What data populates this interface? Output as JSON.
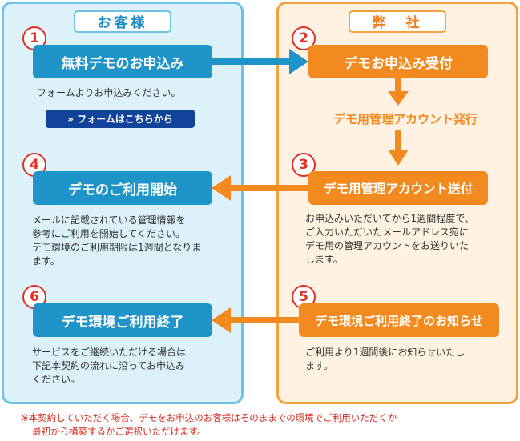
{
  "customer": {
    "header": "お客様",
    "step1": {
      "num": "1",
      "title": "無料デモのお申込み",
      "desc": "フォームよりお申込みください。",
      "link": "» フォームはこちらから"
    },
    "step4": {
      "num": "4",
      "title": "デモのご利用開始",
      "desc_lines": [
        "メールに記載されている管理情報を",
        "参考にご利用を開始してください。",
        "デモ環境のご利用期限は1週間となりま",
        "ます。"
      ]
    },
    "step6": {
      "num": "6",
      "title": "デモ環境ご利用終了",
      "desc_lines": [
        "サービスをご継続いただける場合は",
        "下記本契約の流れに沿ってお申込み",
        "ください。"
      ]
    }
  },
  "company": {
    "header": "弊　社",
    "step2": {
      "num": "2",
      "title": "デモお申込み受付"
    },
    "issue_label": "デモ用管理アカウント発行",
    "step3": {
      "num": "3",
      "title": "デモ用管理アカウント送付",
      "desc_lines": [
        "お申込みいただいてから1週間程度で、",
        "ご入力いただいたメールアドレス宛に",
        "デモ用の管理アカウントをお送りいた",
        "します。"
      ]
    },
    "step5": {
      "num": "5",
      "title": "デモ環境ご利用終了のお知らせ",
      "desc_lines": [
        "ご利用より1週間後にお知らせいたし",
        "ます。"
      ]
    }
  },
  "footnote_lines": [
    "※本契約していただく場合、デモをお申込のお客様はそのままでの環境でご利用いただくか",
    "最初から構築するかご選択いただけます。"
  ],
  "colors": {
    "blue": "#1f94c8",
    "orange": "#f38a20",
    "red": "#e33027",
    "navy": "#11439a"
  }
}
